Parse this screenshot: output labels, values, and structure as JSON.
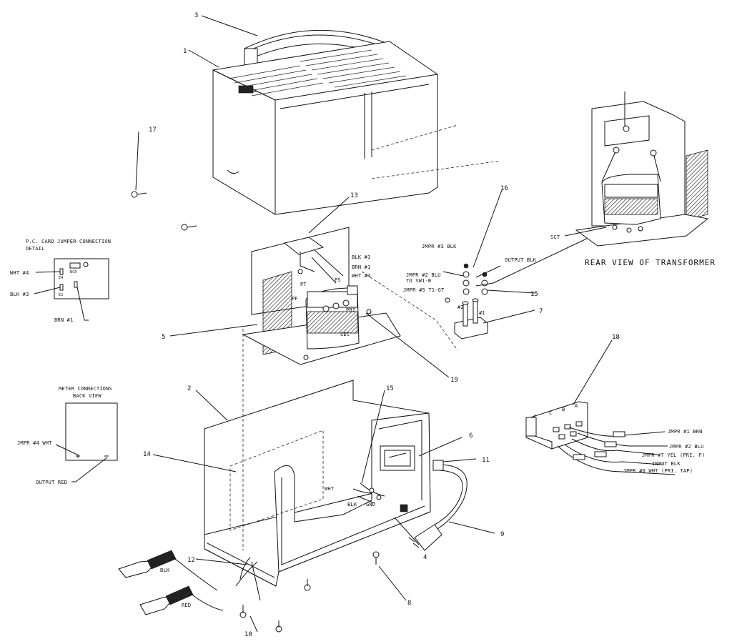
{
  "callouts": {
    "c1": "1",
    "c2": "2",
    "c3": "3",
    "c4": "4",
    "c5": "5",
    "c6": "6",
    "c7": "7",
    "c8": "8",
    "c9": "9",
    "c10": "10",
    "c11": "11",
    "c12": "12",
    "c13": "13",
    "c14": "14",
    "c15a": "15",
    "c15b": "15",
    "c16": "16",
    "c17": "17",
    "c18": "18",
    "c19": "19"
  },
  "pc_card_detail": {
    "title_line1": "P.C. CARD JUMPER CONNECTION",
    "title_line2": "DETAIL",
    "wht4": "WHT #4",
    "blk3": "BLK #3",
    "brn1": "BRN #1",
    "bcr": "BCR",
    "e4": "E4",
    "e2": "E2"
  },
  "meter_detail": {
    "title_line1": "METER CONNECTIONS",
    "title_line2": "BACK VIEW",
    "jmpr4": "JMPR #4 WHT",
    "output_red": "OUTPUT RED"
  },
  "transformer": {
    "blk3": "BLK #3",
    "brn1": "BRN #1",
    "wht4": "WHT #4",
    "pt": "PT",
    "ps": "PS",
    "pf": "PF",
    "pri": "PRI",
    "sec": "SEC"
  },
  "terminal_block": {
    "jmpr3": "JMPR #3 BLK",
    "jmpr2": "JMPR #2 BLU",
    "to_sw": "TO SW1-B",
    "jmpr5": "JMPR #5 T1-GT",
    "output_blk": "OUTPUT BLK",
    "t2": "#2",
    "t1": "#1"
  },
  "rear_view": {
    "title": "REAR VIEW OF TRANSFORMER",
    "sct": "SCT"
  },
  "switch_detail": {
    "jmpr1": "JMPR #1 BRN",
    "jmpr2": "JMPR #2 BLU",
    "jmpr7": "JMPR #7 YEL (PRI. F)",
    "input_blk": "INPUT BLK",
    "jmpr6": "JMPR #6 WHT (PRI. TAP)",
    "pos_c": "C",
    "pos_b": "B",
    "pos_a": "A"
  },
  "base": {
    "wht": "WHT",
    "blk": "BLK",
    "gnd": "GND"
  },
  "clamps": {
    "blk": "BLK",
    "red": "RED"
  }
}
